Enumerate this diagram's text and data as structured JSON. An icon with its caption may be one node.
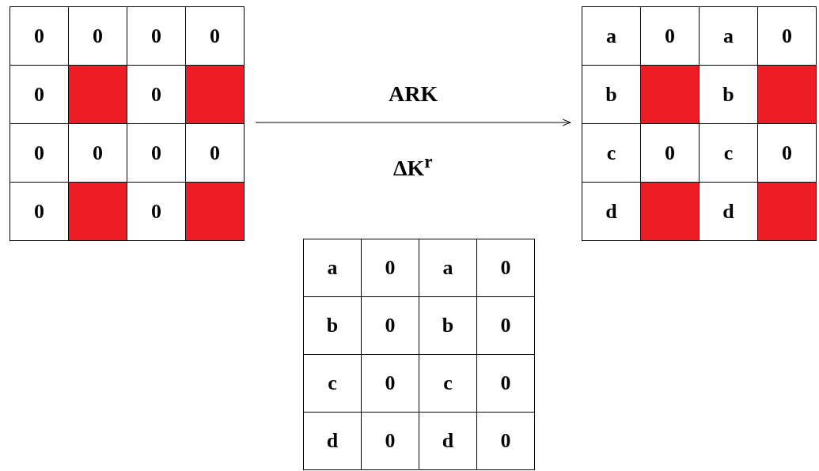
{
  "diagram": {
    "nodes": [
      {
        "text": [],
        "shape": "box"
      },
      {
        "text": [
          "0"
        ],
        "in": 0
      },
      {
        "text": [
          "0"
        ],
        "in": 0
      },
      {
        "text": [
          "0"
        ],
        "in": 0
      },
      {
        "text": [
          "0"
        ],
        "in": 0
      },
      {
        "text": [
          "0"
        ],
        "in": 0
      },
      {
        "text": [],
        "shape": "box",
        "in": 0
      },
      {
        "text": [
          "0"
        ],
        "in": 0
      },
      {
        "text": [],
        "shape": "box",
        "in": 0
      },
      {
        "text": [
          "0"
        ],
        "in": 0
      },
      {
        "text": [
          "0"
        ],
        "in": 0
      },
      {
        "text": [
          "0"
        ],
        "in": 0
      },
      {
        "text": [
          "0"
        ],
        "in": 0
      },
      {
        "text": [
          "0"
        ],
        "in": 0
      },
      {
        "text": [],
        "shape": "box",
        "in": 0
      },
      {
        "text": [
          "0"
        ],
        "in": 0
      },
      {
        "text": [],
        "shape": "box",
        "in": 0
      },
      {
        "text": [],
        "shape": "box"
      },
      {
        "text": [
          "a"
        ],
        "in": 17
      },
      {
        "text": [
          "0"
        ],
        "in": 17
      },
      {
        "text": [
          "a"
        ],
        "in": 17
      },
      {
        "text": [
          "0"
        ],
        "in": 17
      },
      {
        "text": [
          "b"
        ],
        "in": 17
      },
      {
        "text": [],
        "shape": "box",
        "in": 17
      },
      {
        "text": [
          "b"
        ],
        "in": 17
      },
      {
        "text": [],
        "shape": "box",
        "in": 17
      },
      {
        "text": [
          "c"
        ],
        "in": 17
      },
      {
        "text": [
          "0"
        ],
        "in": 17
      },
      {
        "text": [
          "c"
        ],
        "in": 17
      },
      {
        "text": [
          "0"
        ],
        "in": 17
      },
      {
        "text": [
          "d"
        ],
        "in": 17
      },
      {
        "text": [],
        "shape": "box",
        "in": 17
      },
      {
        "text": [
          "d"
        ],
        "in": 17
      },
      {
        "text": [],
        "shape": "box",
        "in": 17
      },
      {
        "text": [],
        "shape": "box"
      },
      {
        "text": [
          "a"
        ],
        "in": 34
      },
      {
        "text": [
          "0"
        ],
        "in": 34
      },
      {
        "text": [
          "a"
        ],
        "in": 34
      },
      {
        "text": [
          "0"
        ],
        "in": 34
      },
      {
        "text": [
          "b"
        ],
        "in": 34
      },
      {
        "text": [
          "0"
        ],
        "in": 34
      },
      {
        "text": [
          "b"
        ],
        "in": 34
      },
      {
        "text": [
          "0"
        ],
        "in": 34
      },
      {
        "text": [
          "c"
        ],
        "in": 34
      },
      {
        "text": [
          "0"
        ],
        "in": 34
      },
      {
        "text": [
          "c"
        ],
        "in": 34
      },
      {
        "text": [
          "0"
        ],
        "in": 34
      },
      {
        "text": [
          "d"
        ],
        "in": 34
      },
      {
        "text": [
          "0"
        ],
        "in": 34
      },
      {
        "text": [
          "d"
        ],
        "in": 34
      },
      {
        "text": [
          "0"
        ],
        "in": 34
      }
    ],
    "edges": [
      {
        "from": 0,
        "to": 17,
        "arrow": "to",
        "label": "ARK"
      }
    ],
    "labels": [
      "ΔK$^{r}$"
    ]
  }
}
